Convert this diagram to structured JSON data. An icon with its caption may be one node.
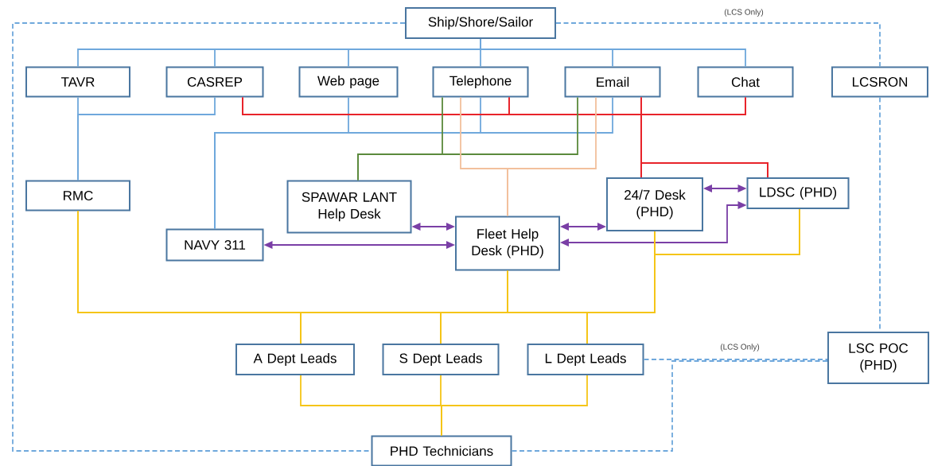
{
  "diagram": {
    "nodes": [
      {
        "text": [
          "Ship/Shore/Sailor"
        ]
      },
      {
        "text": [
          "TAVR"
        ]
      },
      {
        "text": [
          "CASREP"
        ]
      },
      {
        "text": [
          "Web page"
        ]
      },
      {
        "text": [
          "Telephone"
        ]
      },
      {
        "text": [
          "Email"
        ]
      },
      {
        "text": [
          "Chat"
        ]
      },
      {
        "text": [
          "LCSRON"
        ]
      },
      {
        "text": [
          "RMC"
        ]
      },
      {
        "text": [
          "SPAWAR LANT Help Desk"
        ]
      },
      {
        "text": [
          "NAVY 311"
        ]
      },
      {
        "text": [
          "Fleet Help Desk (PHD)"
        ]
      },
      {
        "text": [
          "24/7 Desk (PHD)"
        ]
      },
      {
        "text": [
          "LDSC (PHD)"
        ]
      },
      {
        "text": [
          "A Dept Leads"
        ]
      },
      {
        "text": [
          "S Dept Leads"
        ]
      },
      {
        "text": [
          "L Dept Leads"
        ]
      },
      {
        "text": [
          "LSC POC (PHD)"
        ]
      },
      {
        "text": [
          "PHD Technicians"
        ]
      }
    ],
    "edges": [
      {
        "from": 0,
        "to": 1,
        "arrow": "none",
        "color": "#6fa8dc"
      },
      {
        "from": 0,
        "to": 2,
        "arrow": "none",
        "color": "#6fa8dc"
      },
      {
        "from": 0,
        "to": 3,
        "arrow": "none",
        "color": "#6fa8dc"
      },
      {
        "from": 0,
        "to": 4,
        "arrow": "none",
        "color": "#6fa8dc"
      },
      {
        "from": 0,
        "to": 5,
        "arrow": "none",
        "color": "#6fa8dc"
      },
      {
        "from": 0,
        "to": 6,
        "arrow": "none",
        "color": "#6fa8dc"
      },
      {
        "from": 1,
        "to": 8,
        "arrow": "none",
        "color": "#6fa8dc"
      },
      {
        "from": 2,
        "to": 8,
        "arrow": "none",
        "color": "#6fa8dc"
      },
      {
        "from": 3,
        "to": 10,
        "arrow": "none",
        "color": "#6fa8dc"
      },
      {
        "from": 4,
        "to": 10,
        "arrow": "none",
        "color": "#6fa8dc"
      },
      {
        "from": 5,
        "to": 10,
        "arrow": "none",
        "color": "#6fa8dc"
      },
      {
        "from": 2,
        "to": 12,
        "arrow": "none",
        "color": "#e8232a"
      },
      {
        "from": 2,
        "to": 13,
        "arrow": "none",
        "color": "#e8232a"
      },
      {
        "from": 4,
        "to": 12,
        "arrow": "none",
        "color": "#e8232a"
      },
      {
        "from": 4,
        "to": 13,
        "arrow": "none",
        "color": "#e8232a"
      },
      {
        "from": 5,
        "to": 12,
        "arrow": "none",
        "color": "#e8232a"
      },
      {
        "from": 5,
        "to": 13,
        "arrow": "none",
        "color": "#e8232a"
      },
      {
        "from": 6,
        "to": 12,
        "arrow": "none",
        "color": "#e8232a"
      },
      {
        "from": 6,
        "to": 13,
        "arrow": "none",
        "color": "#e8232a"
      },
      {
        "from": 4,
        "to": 9,
        "arrow": "none",
        "color": "#5b8a3c"
      },
      {
        "from": 5,
        "to": 9,
        "arrow": "none",
        "color": "#5b8a3c"
      },
      {
        "from": 4,
        "to": 11,
        "arrow": "none",
        "color": "#f2c09c"
      },
      {
        "from": 5,
        "to": 11,
        "arrow": "none",
        "color": "#f2c09c"
      },
      {
        "from": 9,
        "to": 11,
        "arrow": "both",
        "color": "#7a3fa6"
      },
      {
        "from": 10,
        "to": 11,
        "arrow": "both",
        "color": "#7a3fa6"
      },
      {
        "from": 11,
        "to": 12,
        "arrow": "both",
        "color": "#7a3fa6"
      },
      {
        "from": 12,
        "to": 13,
        "arrow": "both",
        "color": "#7a3fa6"
      },
      {
        "from": 13,
        "to": 11,
        "arrow": "both",
        "color": "#7a3fa6"
      },
      {
        "from": 8,
        "to": 14,
        "arrow": "none",
        "color": "#f5c518"
      },
      {
        "from": 8,
        "to": 15,
        "arrow": "none",
        "color": "#f5c518"
      },
      {
        "from": 8,
        "to": 16,
        "arrow": "none",
        "color": "#f5c518"
      },
      {
        "from": 11,
        "to": 14,
        "arrow": "none",
        "color": "#f5c518"
      },
      {
        "from": 11,
        "to": 15,
        "arrow": "none",
        "color": "#f5c518"
      },
      {
        "from": 11,
        "to": 16,
        "arrow": "none",
        "color": "#f5c518"
      },
      {
        "from": 12,
        "to": 14,
        "arrow": "none",
        "color": "#f5c518"
      },
      {
        "from": 12,
        "to": 15,
        "arrow": "none",
        "color": "#f5c518"
      },
      {
        "from": 12,
        "to": 16,
        "arrow": "none",
        "color": "#f5c518"
      },
      {
        "from": 13,
        "to": 14,
        "arrow": "none",
        "color": "#f5c518"
      },
      {
        "from": 13,
        "to": 15,
        "arrow": "none",
        "color": "#f5c518"
      },
      {
        "from": 13,
        "to": 16,
        "arrow": "none",
        "color": "#f5c518"
      },
      {
        "from": 14,
        "to": 18,
        "arrow": "none",
        "color": "#f5c518"
      },
      {
        "from": 15,
        "to": 18,
        "arrow": "none",
        "color": "#f5c518"
      },
      {
        "from": 16,
        "to": 18,
        "arrow": "none",
        "color": "#f5c518"
      },
      {
        "from": 0,
        "to": 7,
        "arrow": "none",
        "style": "dashed",
        "color": "#6fa8dc",
        "label": "(LCS Only)"
      },
      {
        "from": 7,
        "to": 17,
        "arrow": "none",
        "style": "dashed",
        "color": "#6fa8dc"
      },
      {
        "from": 0,
        "to": 18,
        "arrow": "none",
        "style": "dashed",
        "color": "#6fa8dc"
      },
      {
        "from": 16,
        "to": 17,
        "arrow": "none",
        "style": "dashed",
        "color": "#6fa8dc",
        "label": "(LCS Only)"
      },
      {
        "from": 18,
        "to": 17,
        "arrow": "none",
        "style": "dashed",
        "color": "#6fa8dc"
      }
    ]
  }
}
